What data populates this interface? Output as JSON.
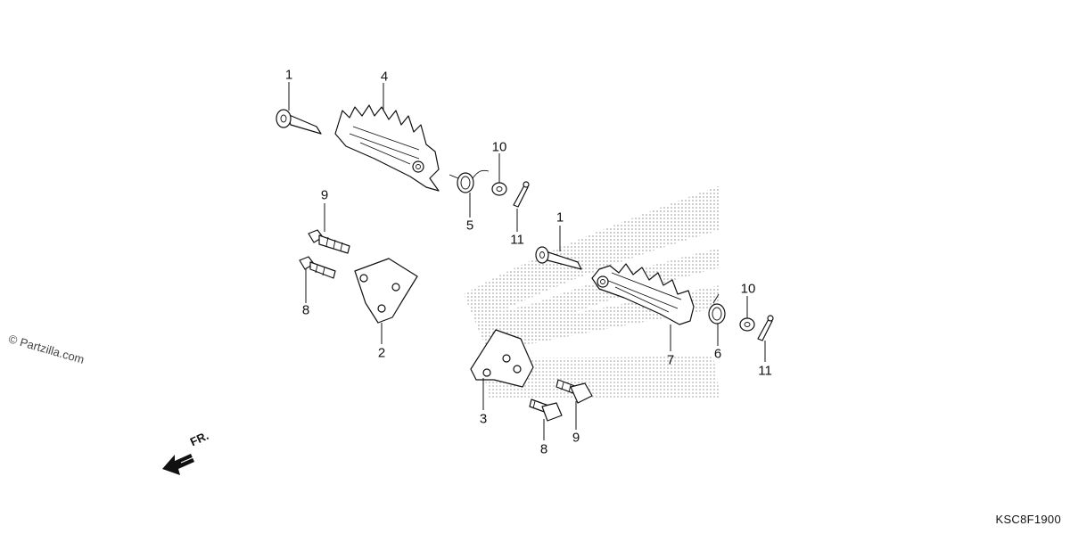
{
  "callouts": {
    "part_1_upper": "1",
    "part_4": "4",
    "part_10_upper": "10",
    "part_5": "5",
    "part_11_upper": "11",
    "part_9_upper": "9",
    "part_8_upper": "8",
    "part_2": "2",
    "part_1_lower": "1",
    "part_10_lower": "10",
    "part_7": "7",
    "part_6": "6",
    "part_11_lower": "11",
    "part_3": "3",
    "part_8_lower": "8",
    "part_9_lower": "9"
  },
  "watermark": "© Partzilla.com",
  "direction_label": "FR.",
  "diagram_code": "KSC8F1900"
}
